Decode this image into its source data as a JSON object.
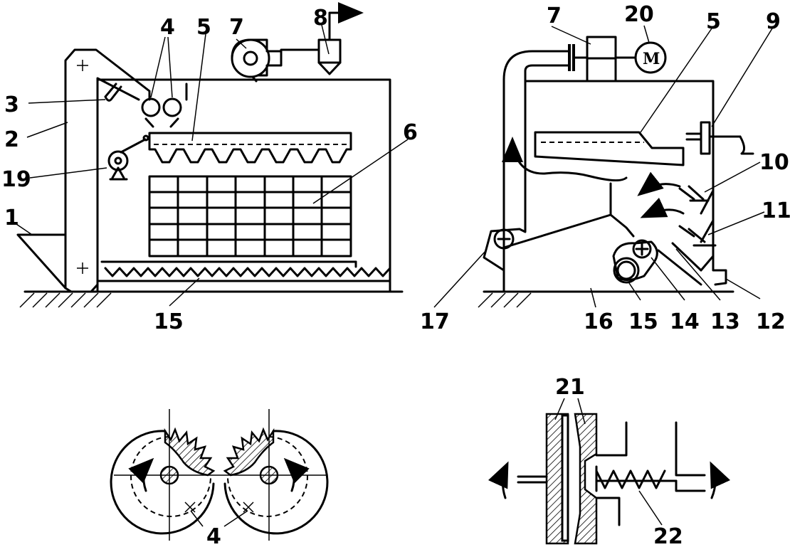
{
  "labels": {
    "l1": "1",
    "l2": "2",
    "l3": "3",
    "l4a": "4",
    "l5a": "5",
    "l6": "6",
    "l7a": "7",
    "l8": "8",
    "l15a": "15",
    "l19": "19",
    "l7b": "7",
    "l20": "20",
    "l5b": "5",
    "l9": "9",
    "l10": "10",
    "l11": "11",
    "l12": "12",
    "l13": "13",
    "l14": "14",
    "l15b": "15",
    "l16": "16",
    "l17": "17",
    "l4b": "4",
    "l21": "21",
    "l22": "22"
  },
  "motor_symbol": "M"
}
